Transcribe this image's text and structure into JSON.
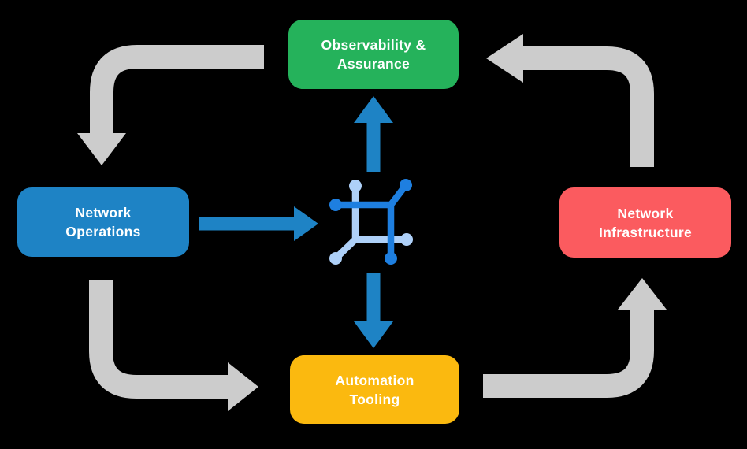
{
  "nodes": [
    {
      "id": "observability-assurance",
      "lines": [
        "Observability &",
        "Assurance"
      ],
      "color": "#25B25B",
      "text_color": "#FFFFFF"
    },
    {
      "id": "network-operations",
      "lines": [
        "Network",
        "Operations"
      ],
      "color": "#1E83C5",
      "text_color": "#FFFFFF"
    },
    {
      "id": "network-infrastructure",
      "lines": [
        "Network",
        "Infrastructure"
      ],
      "color": "#FB5B5F",
      "text_color": "#FFFFFF"
    },
    {
      "id": "automation-tooling",
      "lines": [
        "Automation",
        "Tooling"
      ],
      "color": "#FBB90F",
      "text_color": "#FFFFFF"
    }
  ],
  "icon": {
    "name": "network-node-icon",
    "dark_blue": "#1E7FE0",
    "light_blue": "#AED0F8"
  },
  "colors": {
    "background": "#000000",
    "cycle_arrow": "#CCCCCC",
    "flow_arrow": "#1E83C5"
  },
  "arrows": {
    "cycle": [
      {
        "from": "observability-assurance",
        "to": "network-operations"
      },
      {
        "from": "network-operations",
        "to": "automation-tooling"
      },
      {
        "from": "automation-tooling",
        "to": "network-infrastructure"
      },
      {
        "from": "network-infrastructure",
        "to": "observability-assurance"
      }
    ],
    "flow": [
      {
        "from": "network-operations",
        "to": "center-icon",
        "direction": "right"
      },
      {
        "from": "center-icon",
        "to": "observability-assurance",
        "direction": "up"
      },
      {
        "from": "center-icon",
        "to": "automation-tooling",
        "direction": "down"
      }
    ]
  }
}
